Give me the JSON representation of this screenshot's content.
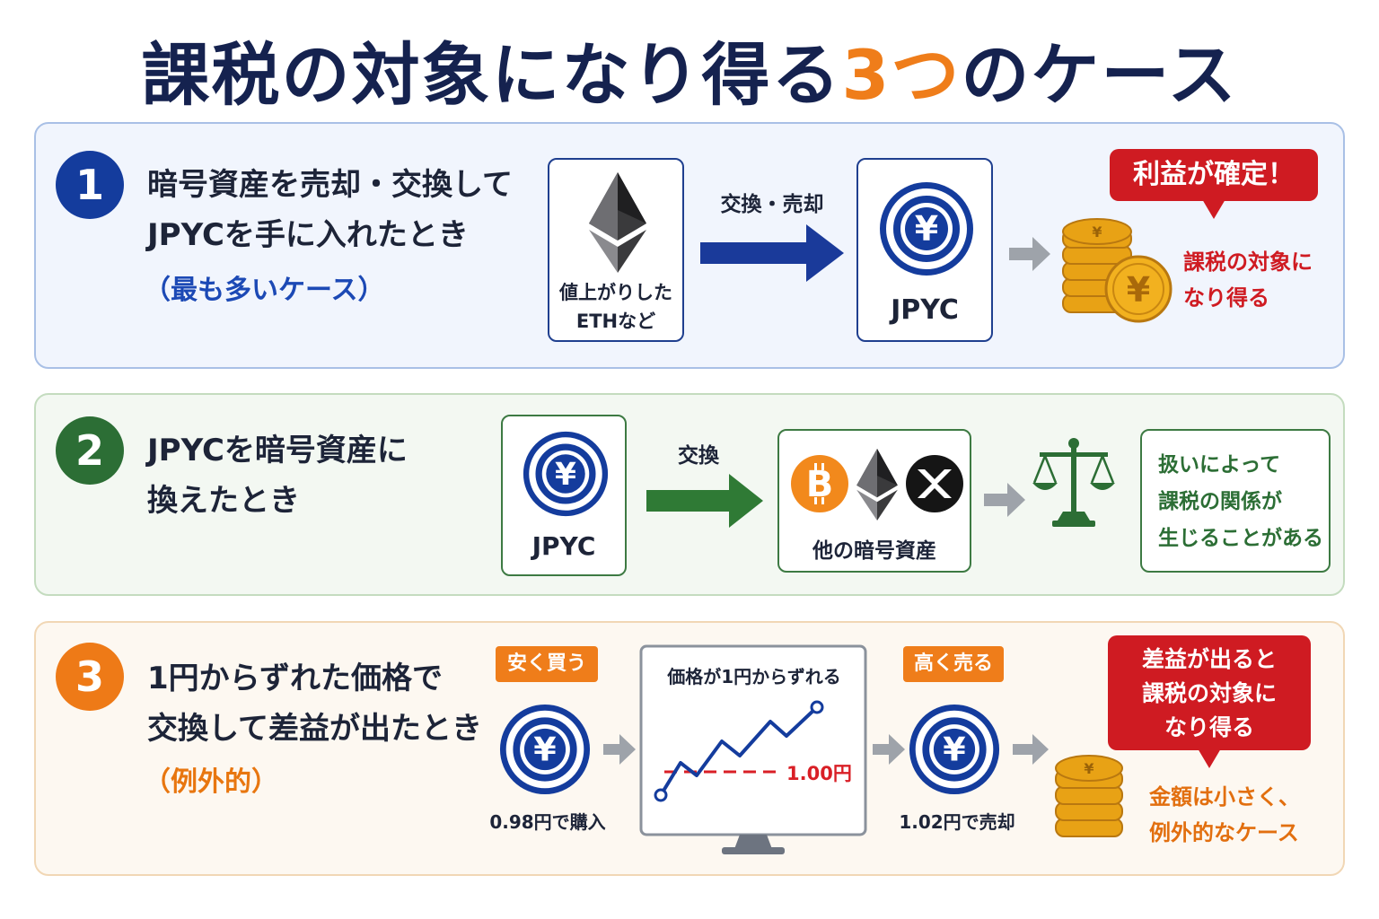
{
  "title": {
    "main": "課税の対象になり得る",
    "accent": "3つ",
    "tail": "のケース"
  },
  "case1": {
    "number": "1",
    "heading_line1": "暗号資産を売却・交換して",
    "heading_line2": "JPYCを手に入れたとき",
    "note": "（最も多いケース）",
    "source_label_line1": "値上がりした",
    "source_label_line2": "ETHなど",
    "arrow_label": "交換・売却",
    "target_label": "JPYC",
    "bubble": "利益が確定！",
    "result_line1": "課税の対象に",
    "result_line2": "なり得る"
  },
  "case2": {
    "number": "2",
    "heading_line1": "JPYCを暗号資産に",
    "heading_line2": "換えたとき",
    "source_label": "JPYC",
    "arrow_label": "交換",
    "target_label": "他の暗号資産",
    "result_line1": "扱いによって",
    "result_line2": "課税の関係が",
    "result_line3": "生じることがある"
  },
  "case3": {
    "number": "3",
    "heading_line1": "1円からずれた価格で",
    "heading_line2": "交換して差益が出たとき",
    "note": "（例外的）",
    "buy_tag": "安く買う",
    "buy_label": "0.98円で購入",
    "chart_title": "価格が1円からずれる",
    "chart_ref": "1.00円",
    "sell_tag": "高く売る",
    "sell_label": "1.02円で売却",
    "bubble_line1": "差益が出ると",
    "bubble_line2": "課税の対象に",
    "bubble_line3": "なり得る",
    "result_line1": "金額は小さく、",
    "result_line2": "例外的なケース"
  },
  "colors": {
    "navy": "#15224f",
    "blue": "#143c9d",
    "green": "#2c6e35",
    "orange": "#ef7d1a",
    "red": "#cf1b22",
    "coin": "#e8a215"
  },
  "icons": [
    "ethereum-icon",
    "jpyc-yen-icon",
    "coin-stack-icon",
    "bitcoin-icon",
    "xrp-icon",
    "balance-scale-icon",
    "monitor-chart-icon",
    "arrow-icon"
  ]
}
